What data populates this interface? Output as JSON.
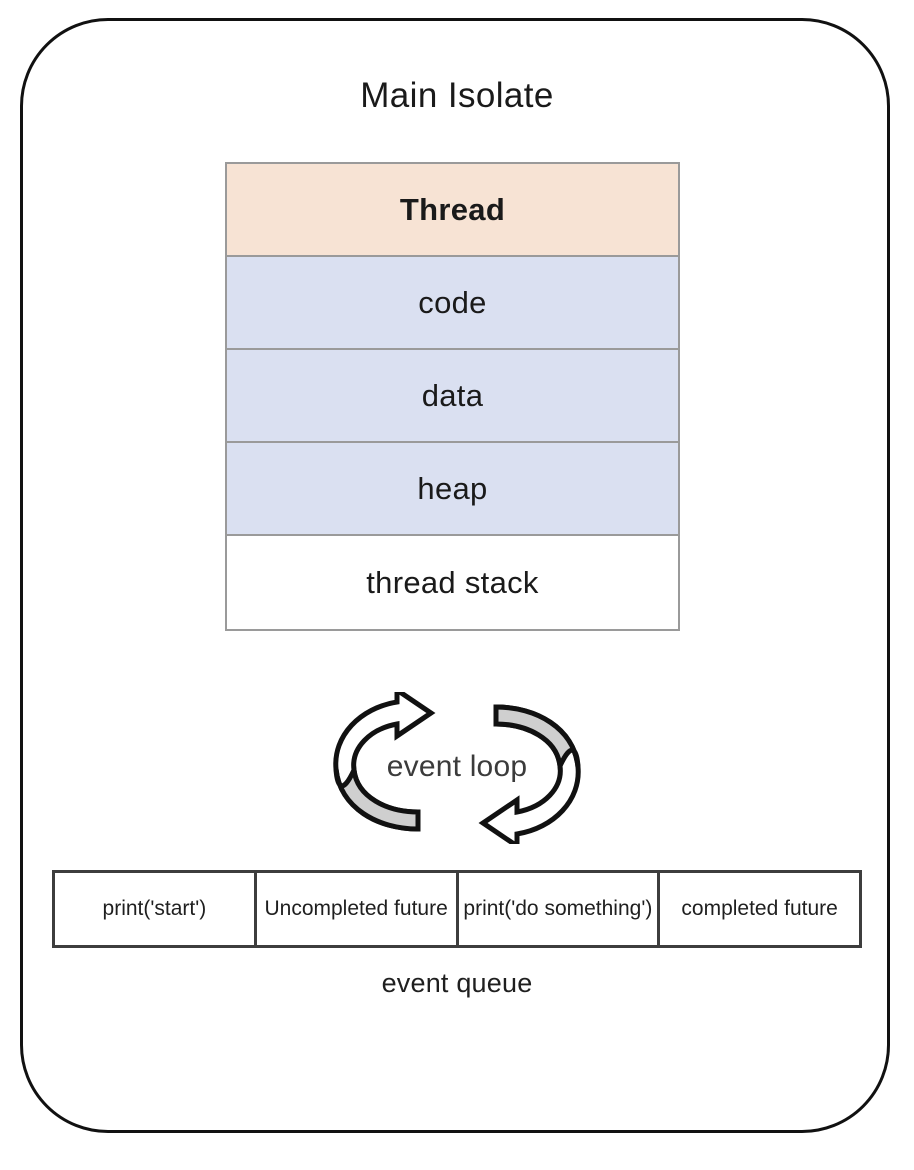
{
  "diagram": {
    "title": "Main Isolate",
    "thread_table": {
      "rows": [
        {
          "label": "Thread",
          "style": "header",
          "bold": true
        },
        {
          "label": "code",
          "style": "memory",
          "bold": false
        },
        {
          "label": "data",
          "style": "memory",
          "bold": false
        },
        {
          "label": "heap",
          "style": "memory",
          "bold": false
        },
        {
          "label": "thread stack",
          "style": "plain",
          "bold": false
        }
      ]
    },
    "event_loop": {
      "label": "event loop",
      "arrow_left_icon": "circular-arrow-up-right-icon",
      "arrow_right_icon": "circular-arrow-down-left-icon"
    },
    "event_queue": {
      "caption": "event queue",
      "cells": [
        "print('start')",
        "Uncompleted future",
        "print('do something')",
        "completed future"
      ]
    },
    "colors": {
      "header_fill": "#F7E3D4",
      "memory_fill": "#DAE0F1",
      "plain_fill": "#FFFFFF",
      "table_border": "#9A9A9A",
      "queue_border": "#3D3D3D",
      "outline": "#111111",
      "arrow_shade": "#D0D0D0",
      "text": "#1A1A1A"
    }
  }
}
